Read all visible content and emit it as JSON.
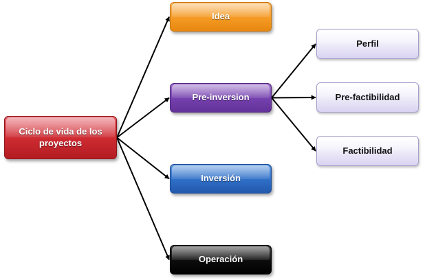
{
  "diagram": {
    "root": {
      "label": "Ciclo de vida de los proyectos",
      "color": "#cc2a30"
    },
    "stages": [
      {
        "id": "idea",
        "label": "Idea",
        "color": "#f49a24"
      },
      {
        "id": "pre",
        "label": "Pre-inversion",
        "color": "#7440ad"
      },
      {
        "id": "inversion",
        "label": "Inversión",
        "color": "#2f6ec6"
      },
      {
        "id": "operacion",
        "label": "Operación",
        "color": "#0c0c0c"
      }
    ],
    "substages": [
      {
        "id": "perfil",
        "label": "Perfil",
        "parent": "pre"
      },
      {
        "id": "prefact",
        "label": "Pre-factibilidad",
        "parent": "pre"
      },
      {
        "id": "fact",
        "label": "Factibilidad",
        "parent": "pre"
      }
    ],
    "connectors": [
      {
        "from": "root",
        "to": "idea"
      },
      {
        "from": "root",
        "to": "pre"
      },
      {
        "from": "root",
        "to": "inversion"
      },
      {
        "from": "root",
        "to": "operacion"
      },
      {
        "from": "pre",
        "to": "perfil"
      },
      {
        "from": "pre",
        "to": "prefact"
      },
      {
        "from": "pre",
        "to": "fact"
      }
    ]
  }
}
